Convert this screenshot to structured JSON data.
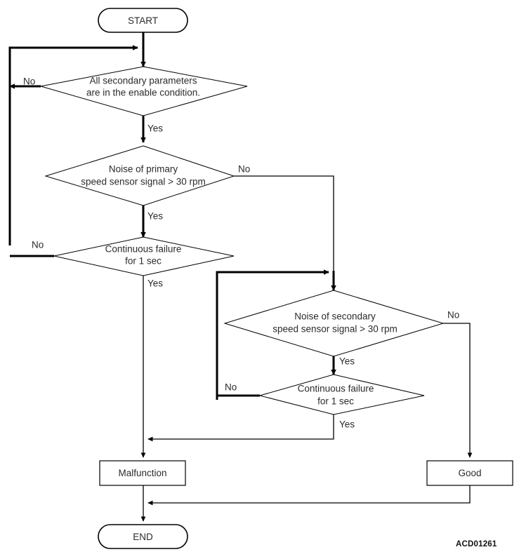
{
  "diagram": {
    "reference_code": "ACD01261",
    "nodes": {
      "start": {
        "label": "START",
        "type": "terminator"
      },
      "end": {
        "label": "END",
        "type": "terminator"
      },
      "d1": {
        "label_line1": "All secondary parameters",
        "label_line2": "are in the enable condition.",
        "type": "decision"
      },
      "d2": {
        "label_line1": "Noise of primary",
        "label_line2": "speed sensor signal > 30 rpm",
        "type": "decision"
      },
      "d3": {
        "label_line1": "Continuous failure",
        "label_line2": "for 1 sec",
        "type": "decision"
      },
      "d4": {
        "label_line1": "Noise of secondary",
        "label_line2": "speed sensor signal > 30 rpm",
        "type": "decision"
      },
      "d5": {
        "label_line1": "Continuous failure",
        "label_line2": "for 1 sec",
        "type": "decision"
      },
      "malfunction": {
        "label": "Malfunction",
        "type": "process"
      },
      "good": {
        "label": "Good",
        "type": "process"
      }
    },
    "edge_labels": {
      "d1_no": "No",
      "d1_yes": "Yes",
      "d2_no": "No",
      "d2_yes": "Yes",
      "d3_no": "No",
      "d3_yes": "Yes",
      "d4_no": "No",
      "d4_yes": "Yes",
      "d5_no": "No",
      "d5_yes": "Yes"
    },
    "colors": {
      "stroke": "#000000",
      "text": "#2b2b2b",
      "background": "#ffffff"
    }
  }
}
